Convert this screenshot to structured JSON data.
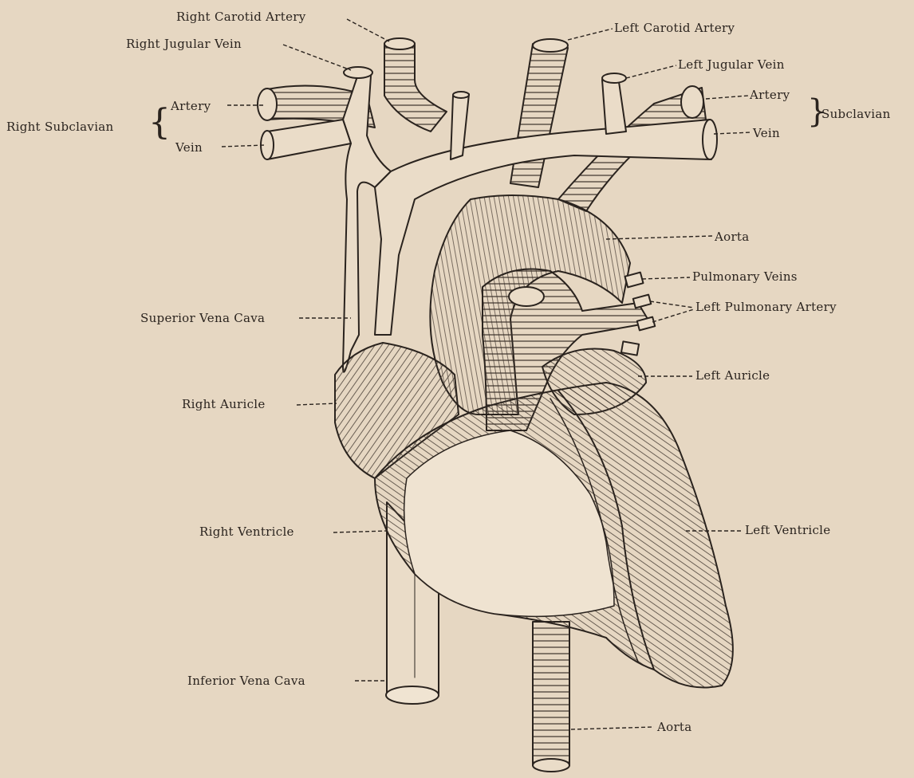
{
  "labels": {
    "right_carotid_artery": "Right Carotid Artery",
    "right_jugular_vein": "Right Jugular Vein",
    "right_subclavian": "Right Subclavian",
    "right_subclavian_artery": "Artery",
    "right_subclavian_vein": "Vein",
    "left_carotid_artery": "Left Carotid Artery",
    "left_jugular_vein": "Left Jugular Vein",
    "left_subclavian": "Subclavian",
    "left_subclavian_artery": "Artery",
    "left_subclavian_vein": "Vein",
    "aorta_upper": "Aorta",
    "pulmonary_veins": "Pulmonary Veins",
    "left_pulmonary_artery": "Left Pulmonary Artery",
    "superior_vena_cava": "Superior Vena Cava",
    "left_auricle": "Left Auricle",
    "right_auricle": "Right Auricle",
    "right_ventricle": "Right Ventricle",
    "left_ventricle": "Left Ventricle",
    "inferior_vena_cava": "Inferior Vena Cava",
    "aorta_lower": "Aorta"
  },
  "colors": {
    "paper": "#e6d7c2",
    "ink": "#2a231e",
    "vessel_fill": "#eadcc8"
  }
}
